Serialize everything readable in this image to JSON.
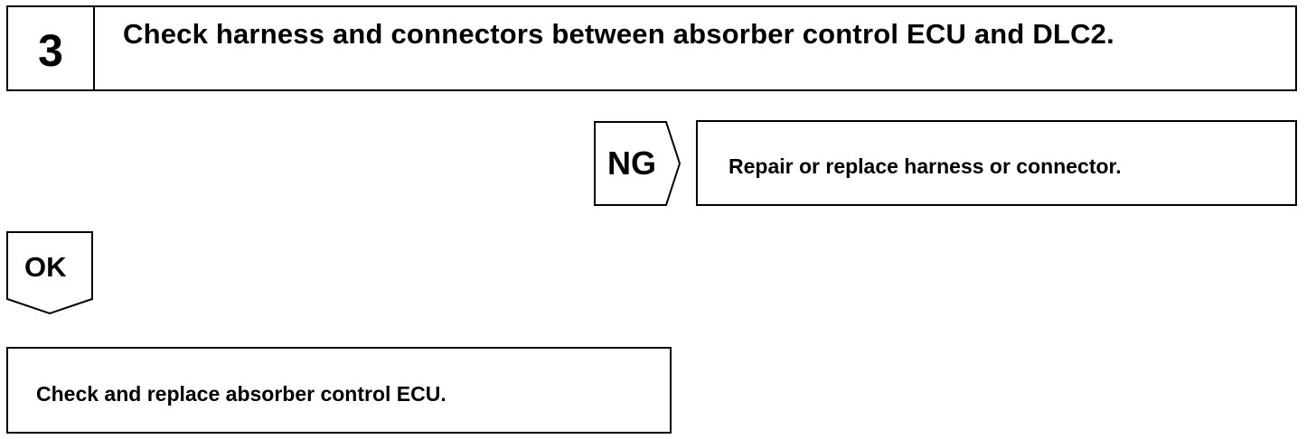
{
  "step": {
    "number": "3",
    "title": "Check harness and connectors between absorber control ECU and DLC2."
  },
  "ng_branch": {
    "label": "NG",
    "result": "Repair or replace harness or connector."
  },
  "ok_branch": {
    "label": "OK",
    "result": "Check and replace absorber control ECU."
  }
}
